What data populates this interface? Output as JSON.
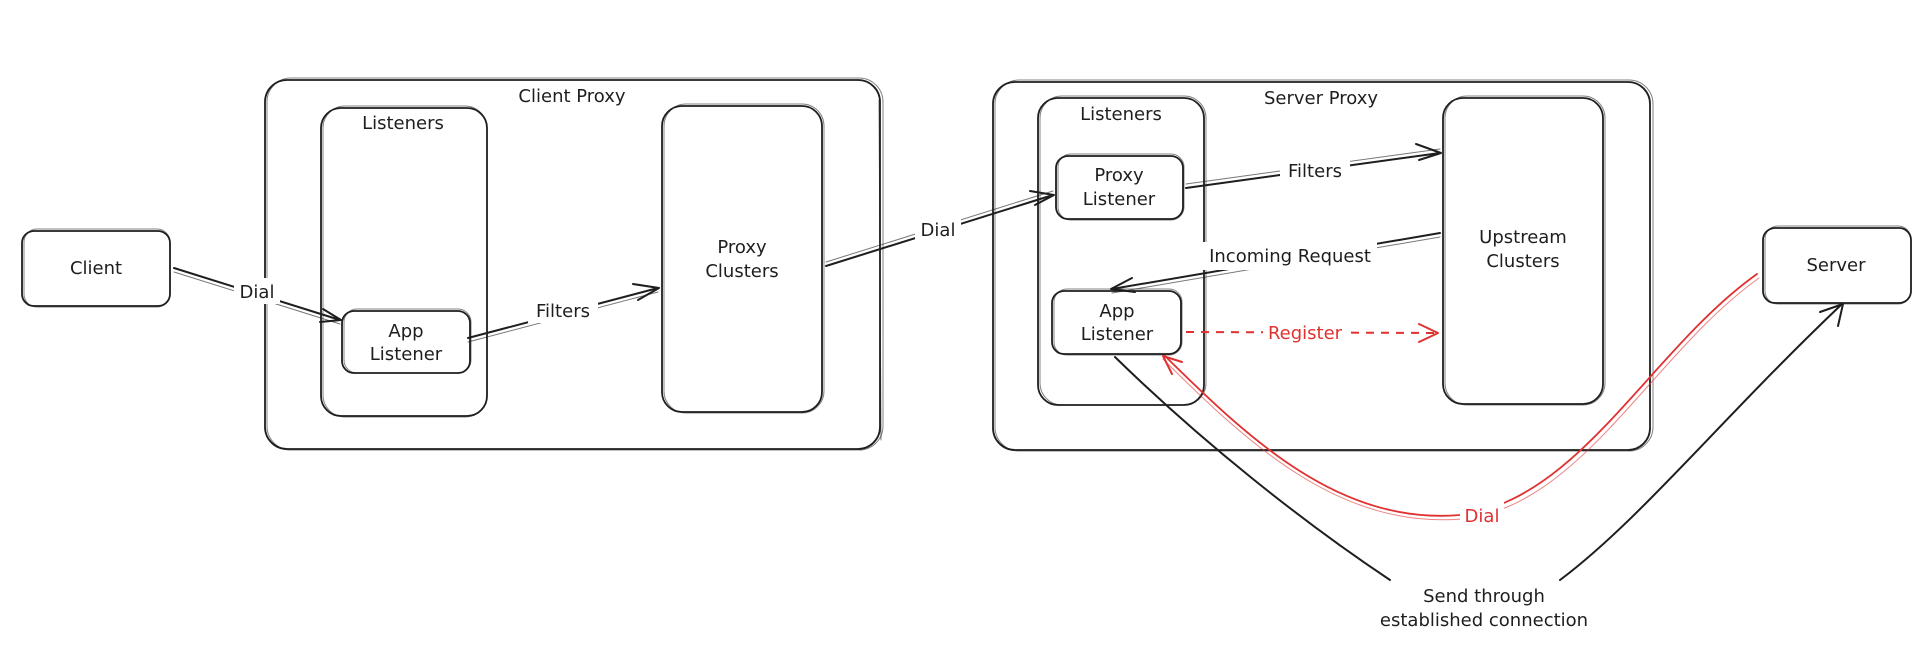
{
  "nodes": {
    "client": "Client",
    "client_proxy": "Client Proxy",
    "client_listeners": "Listeners",
    "client_app_listener_1": "App",
    "client_app_listener_2": "Listener",
    "proxy_clusters_1": "Proxy",
    "proxy_clusters_2": "Clusters",
    "server_proxy": "Server Proxy",
    "server_listeners": "Listeners",
    "proxy_listener_1": "Proxy",
    "proxy_listener_2": "Listener",
    "server_app_listener_1": "App",
    "server_app_listener_2": "Listener",
    "upstream_clusters_1": "Upstream",
    "upstream_clusters_2": "Clusters",
    "server": "Server"
  },
  "edges": {
    "client_dial": "Dial",
    "client_filters": "Filters",
    "cluster_dial": "Dial",
    "server_filters": "Filters",
    "incoming_request": "Incoming Request",
    "register": "Register",
    "server_dial": "Dial",
    "send_through_1": "Send through",
    "send_through_2": "established connection"
  },
  "colors": {
    "stroke": "#1e1e1e",
    "accent": "#e03131",
    "background": "#ffffff"
  }
}
